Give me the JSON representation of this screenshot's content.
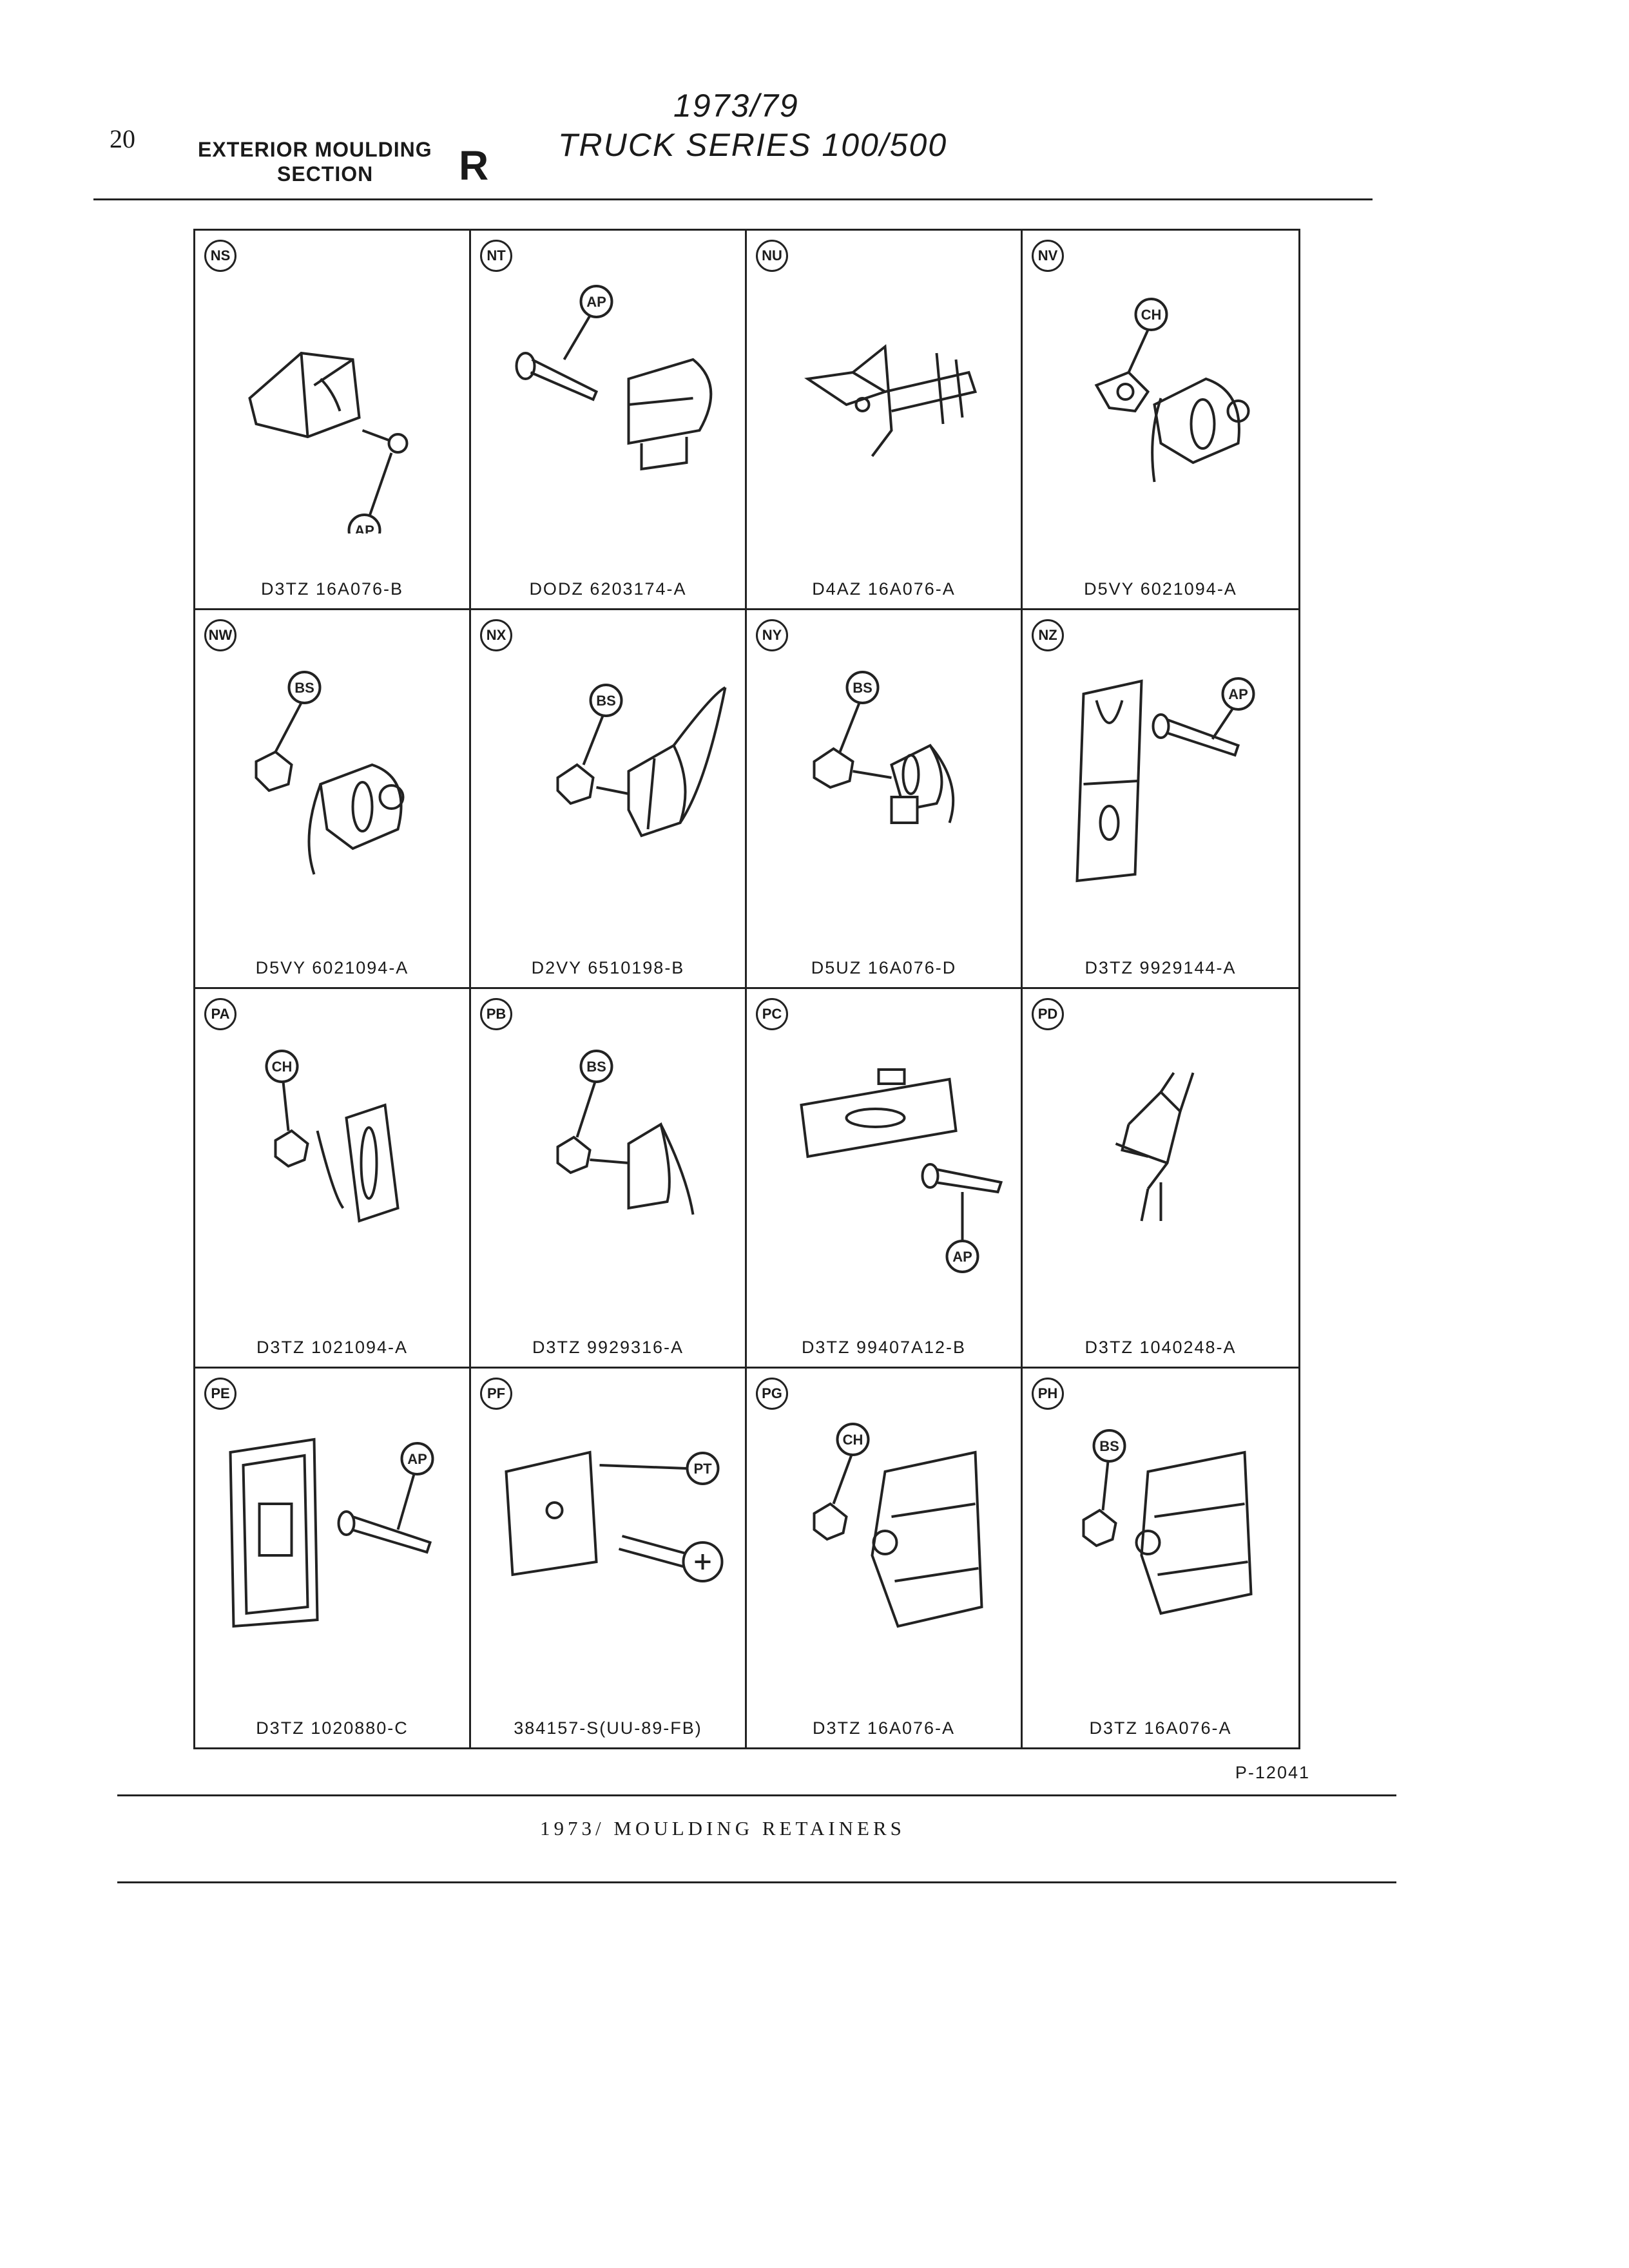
{
  "header": {
    "page_number": "20",
    "section_line1": "EXTERIOR MOULDING",
    "section_line2": "SECTION",
    "section_letter": "R",
    "years": "1973/79",
    "series": "TRUCK SERIES 100/500"
  },
  "cells": [
    {
      "ref": "NS",
      "part": "D3TZ 16A076-B",
      "callout": "AP"
    },
    {
      "ref": "NT",
      "part": "DODZ 6203174-A",
      "callout": "AP"
    },
    {
      "ref": "NU",
      "part": "D4AZ 16A076-A",
      "callout": ""
    },
    {
      "ref": "NV",
      "part": "D5VY 6021094-A",
      "callout": "CH"
    },
    {
      "ref": "NW",
      "part": "D5VY 6021094-A",
      "callout": "BS"
    },
    {
      "ref": "NX",
      "part": "D2VY 6510198-B",
      "callout": "BS"
    },
    {
      "ref": "NY",
      "part": "D5UZ 16A076-D",
      "callout": "BS"
    },
    {
      "ref": "NZ",
      "part": "D3TZ 9929144-A",
      "callout": "AP"
    },
    {
      "ref": "PA",
      "part": "D3TZ 1021094-A",
      "callout": "CH"
    },
    {
      "ref": "PB",
      "part": "D3TZ 9929316-A",
      "callout": "BS"
    },
    {
      "ref": "PC",
      "part": "D3TZ 99407A12-B",
      "callout": "AP"
    },
    {
      "ref": "PD",
      "part": "D3TZ 1040248-A",
      "callout": ""
    },
    {
      "ref": "PE",
      "part": "D3TZ 1020880-C",
      "callout": "AP"
    },
    {
      "ref": "PF",
      "part": "384157-S(UU-89-FB)",
      "callout": "PT"
    },
    {
      "ref": "PG",
      "part": "D3TZ 16A076-A",
      "callout": "CH"
    },
    {
      "ref": "PH",
      "part": "D3TZ 16A076-A",
      "callout": "BS"
    }
  ],
  "figure_ref": "P-12041",
  "footer": "1973/   MOULDING RETAINERS"
}
